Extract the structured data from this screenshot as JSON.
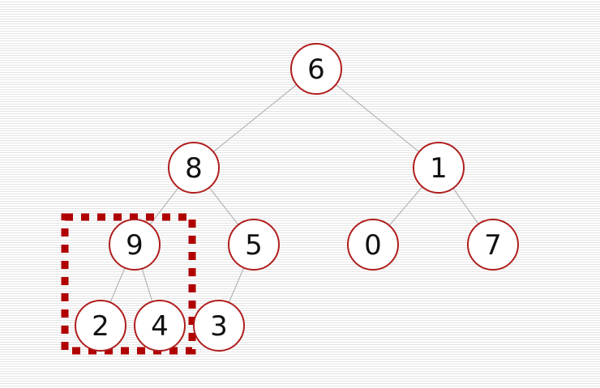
{
  "tree": {
    "nodes": [
      {
        "id": "n6",
        "label": "6"
      },
      {
        "id": "n8",
        "label": "8"
      },
      {
        "id": "n1",
        "label": "1"
      },
      {
        "id": "n9",
        "label": "9"
      },
      {
        "id": "n5",
        "label": "5"
      },
      {
        "id": "n0",
        "label": "0"
      },
      {
        "id": "n7",
        "label": "7"
      },
      {
        "id": "n2",
        "label": "2"
      },
      {
        "id": "n4",
        "label": "4"
      },
      {
        "id": "n3",
        "label": "3"
      }
    ],
    "edges": [
      [
        "n6",
        "n8"
      ],
      [
        "n6",
        "n1"
      ],
      [
        "n8",
        "n9"
      ],
      [
        "n8",
        "n5"
      ],
      [
        "n1",
        "n0"
      ],
      [
        "n1",
        "n7"
      ],
      [
        "n9",
        "n2"
      ],
      [
        "n9",
        "n4"
      ],
      [
        "n5",
        "n3"
      ]
    ],
    "highlighted_subtree_root": "n9"
  },
  "colors": {
    "node_border": "#b01e1e",
    "highlight": "#b00000",
    "edge": "#a9a9a9"
  }
}
